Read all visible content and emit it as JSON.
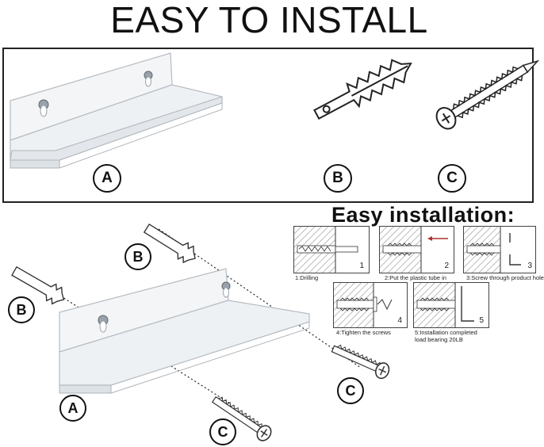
{
  "header": {
    "title": "EASY TO INSTALL"
  },
  "top_box": {
    "label_a": "A",
    "label_b": "B",
    "label_c": "C"
  },
  "diagram": {
    "label_a": "A",
    "label_b1": "B",
    "label_b2": "B",
    "label_c1": "C",
    "label_c2": "C"
  },
  "steps": {
    "title": "Easy installation:",
    "items": [
      {
        "num": "1",
        "caption": "1:Drilling"
      },
      {
        "num": "2",
        "caption": "2:Put the plastic tube in"
      },
      {
        "num": "3",
        "caption": "3:Screw through product hole"
      },
      {
        "num": "4",
        "caption": "4:Tighten the screws"
      },
      {
        "num": "5",
        "caption": "5:Installation completed",
        "caption2": "load bearing 20LB"
      }
    ]
  },
  "colors": {
    "line": "#222222",
    "hatch": "#8a8a8a",
    "shelf": "#c9ced3",
    "arrow": "#b03030"
  }
}
